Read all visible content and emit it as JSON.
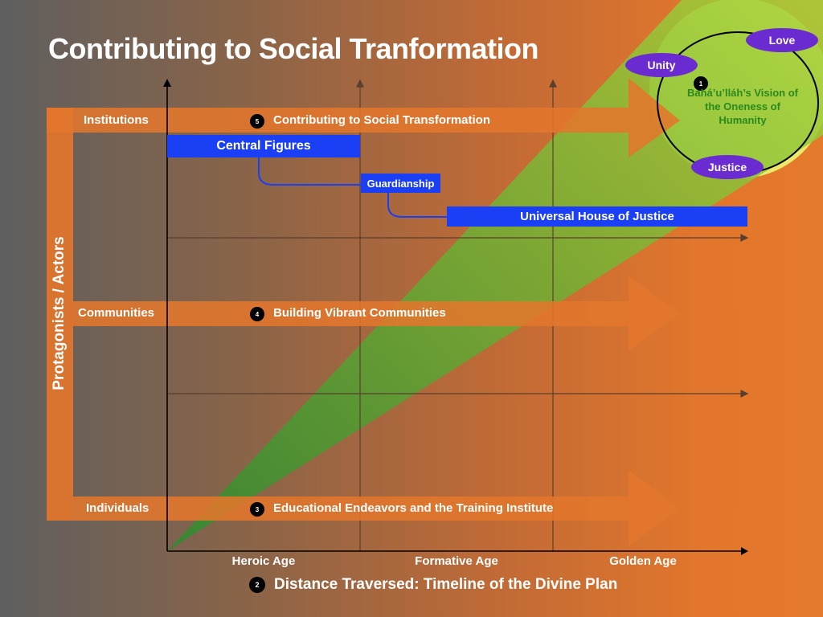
{
  "title": "Contributing to Social Tranformation",
  "vertical_axis_label": "Protagonists / Actors",
  "horizontal_axis": {
    "number": "2",
    "label": "Distance Traversed: Timeline of the Divine Plan",
    "ages": [
      "Heroic Age",
      "Formative Age",
      "Golden Age"
    ]
  },
  "rows": [
    {
      "actor": "Institutions",
      "number": "5",
      "text": "Contributing to Social Transformation"
    },
    {
      "actor": "Communities",
      "number": "4",
      "text": "Building Vibrant Communities"
    },
    {
      "actor": "Individuals",
      "number": "3",
      "text": "Educational Endeavors and the Training Institute"
    }
  ],
  "institutions": [
    "Central Figures",
    "Guardianship",
    "Universal House of Justice"
  ],
  "vision": {
    "number": "1",
    "text": "Bahá’u’lláh’s Vision of the Oneness of Humanity",
    "values": [
      "Love",
      "Unity",
      "Justice"
    ]
  },
  "colors": {
    "orange_band": "#e2762c",
    "institution_blue": "#1a3ff5",
    "value_purple": "#6a2cd0",
    "vision_yellow": "#ece86a",
    "vision_text_green": "#2a8a1e",
    "cone_green": "#7ab832"
  }
}
